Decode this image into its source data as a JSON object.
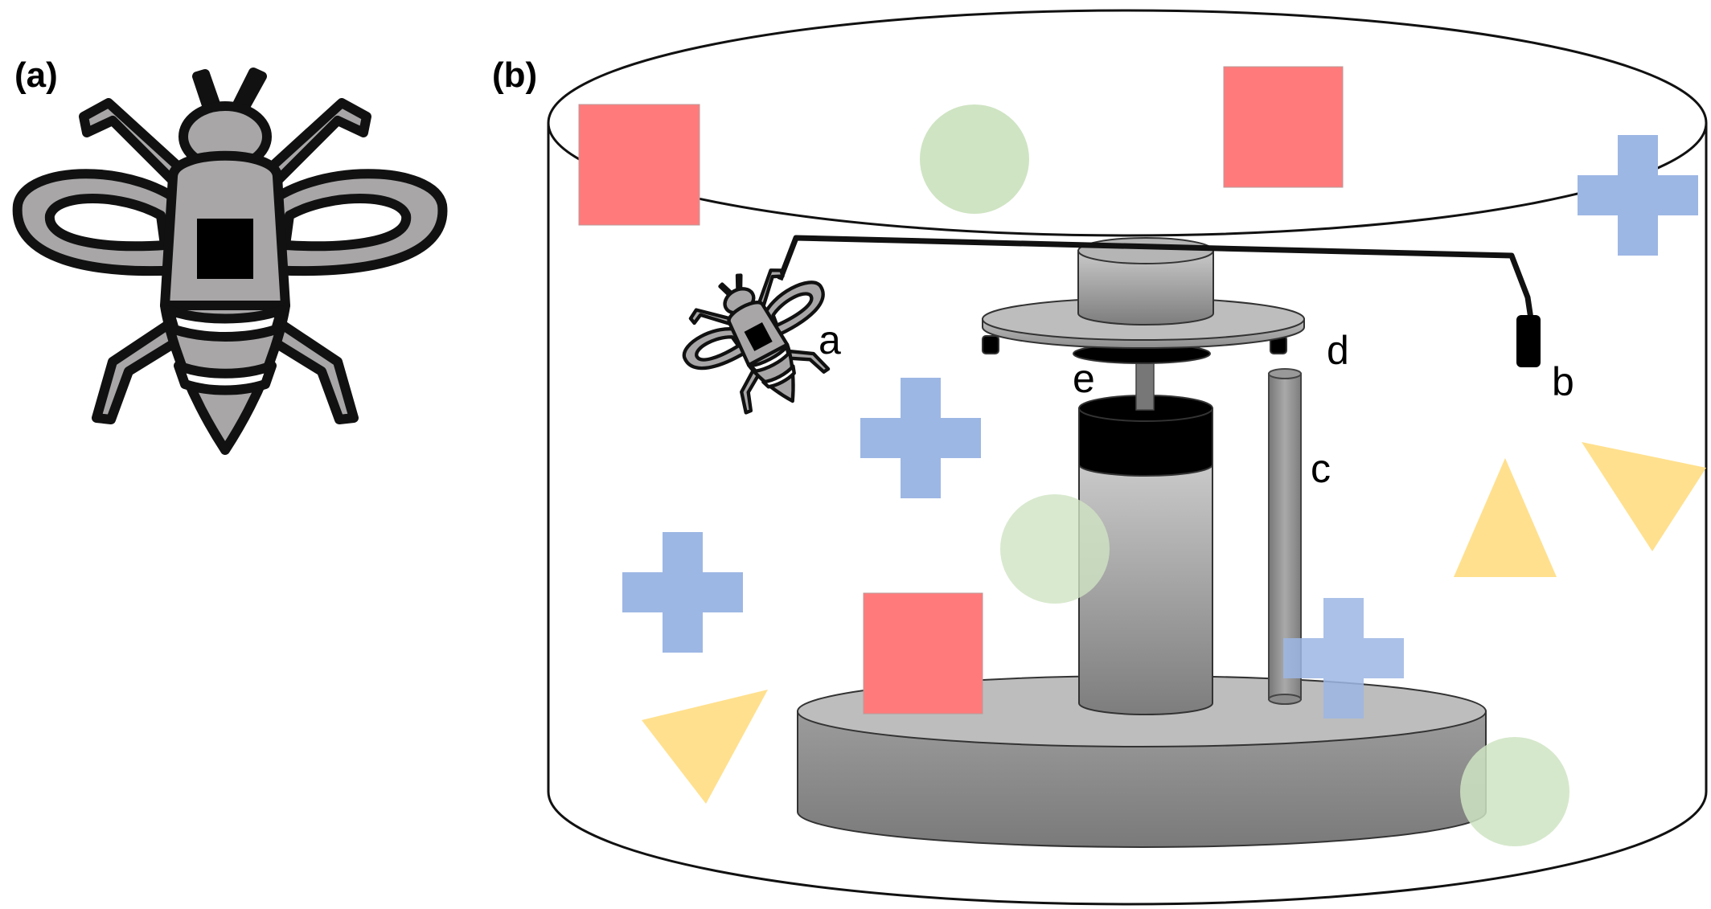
{
  "panels": {
    "a": {
      "label": "(a)"
    },
    "b": {
      "label": "(b)"
    }
  },
  "parts": {
    "a": "a",
    "b": "b",
    "c": "c",
    "d": "d",
    "e": "e"
  },
  "colors": {
    "bee_fill": "#a8a6a7",
    "outline": "#111111",
    "square": "#ff7b7b",
    "circle": "#cfe4c3",
    "cross": "#9db7e4",
    "triangle": "#ffe08e",
    "metal": "#8f8f8f"
  },
  "icons": {
    "bee": "bee-icon",
    "tethered_bee": "tethered-bee-icon"
  }
}
